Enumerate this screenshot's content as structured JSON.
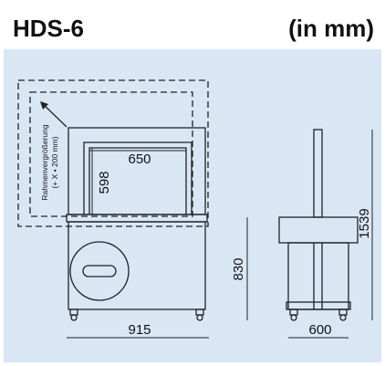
{
  "header": {
    "title": "HDS-6",
    "units": "(in mm)"
  },
  "drawing": {
    "frame_note_line1": "Rahmenvergrößerung",
    "frame_note_line2": "(+ X • 200 mm)",
    "frame_width": "650",
    "frame_height": "598",
    "table_height": "830",
    "overall_width": "915",
    "depth": "600",
    "overall_height": "1539"
  },
  "colors": {
    "background": "#d9e7f5",
    "line": "#222222"
  }
}
